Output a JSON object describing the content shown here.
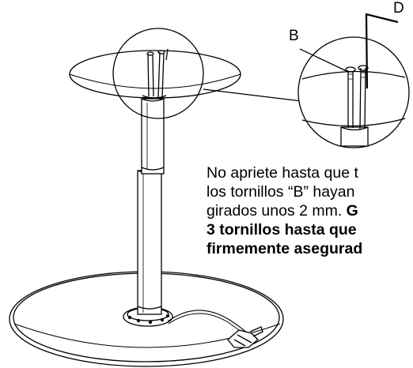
{
  "callouts": {
    "b": "B",
    "d": "D"
  },
  "instruction": {
    "line1": "No apriete hasta que t",
    "line2": "los tornillos “B” hayan",
    "line3_normal": "girados unos 2 mm. ",
    "line3_bold": "G",
    "line4_bold": "3 tornillos hasta que",
    "line5_bold": "firmemente asegurad"
  },
  "colors": {
    "line": "#000000",
    "background": "#ffffff"
  }
}
